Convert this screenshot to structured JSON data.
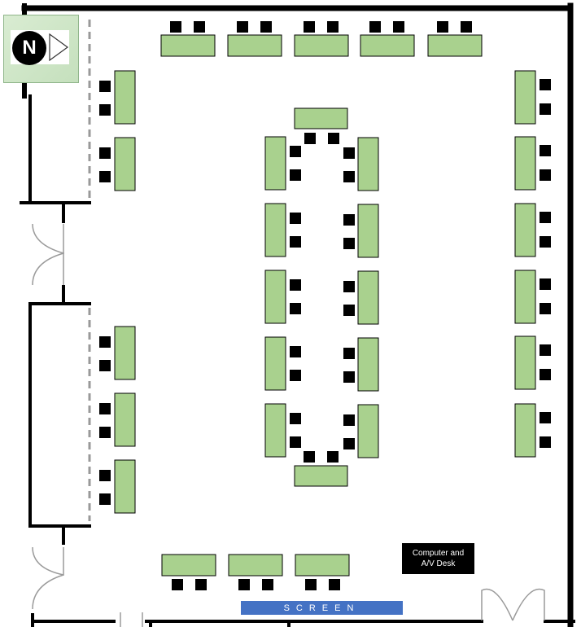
{
  "compass": {
    "label": "N",
    "icon": "north-arrow-icon"
  },
  "av_desk": {
    "label": "Computer and\nA/V Desk"
  },
  "screen": {
    "label": "SCREEN"
  },
  "colors": {
    "table": "#a9d18e",
    "chair": "#000000",
    "screen": "#4472c4",
    "wall": "#000000"
  }
}
